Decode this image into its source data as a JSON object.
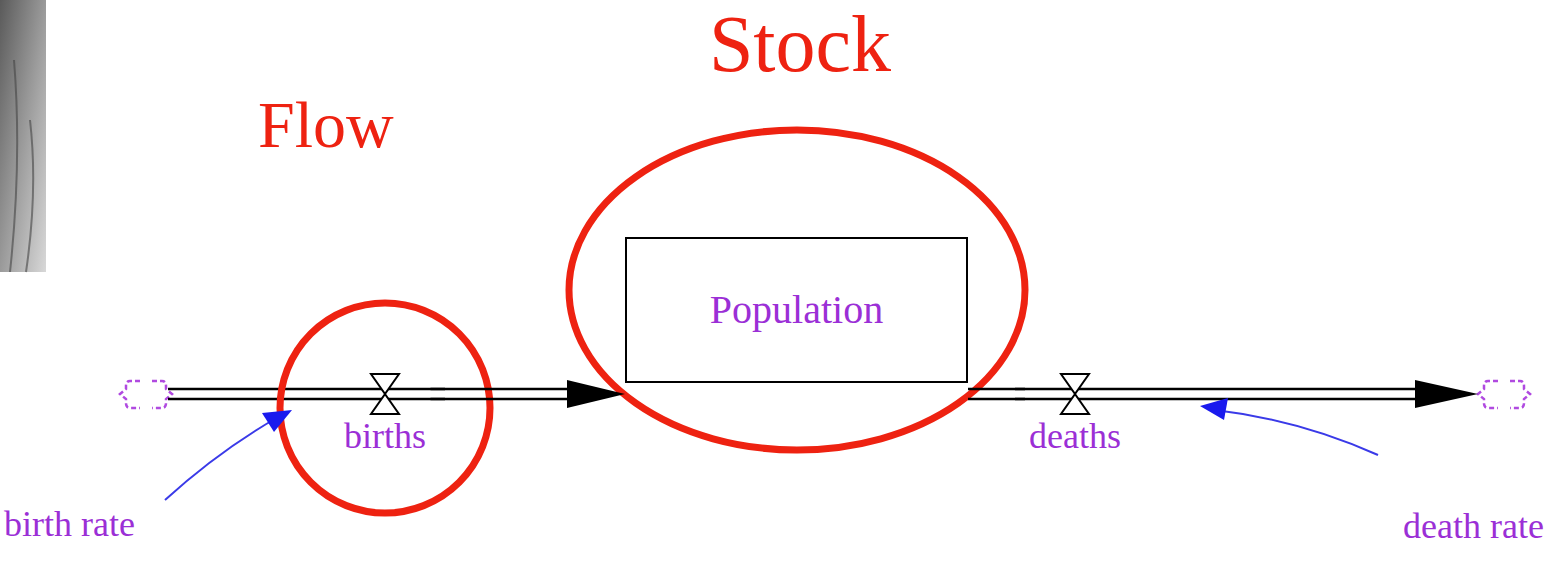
{
  "diagram": {
    "nodes": [
      {
        "text": [
          "births"
        ]
      },
      {
        "text": [
          "Population"
        ]
      },
      {
        "text": [
          "deaths"
        ]
      }
    ],
    "edges": [
      {
        "from": 0,
        "to": 1,
        "arrow": "to"
      },
      {
        "from": 1,
        "to": 2,
        "arrow": "none"
      }
    ],
    "labels": [
      "Stock",
      "Flow",
      "birth rate",
      "death rate"
    ]
  }
}
